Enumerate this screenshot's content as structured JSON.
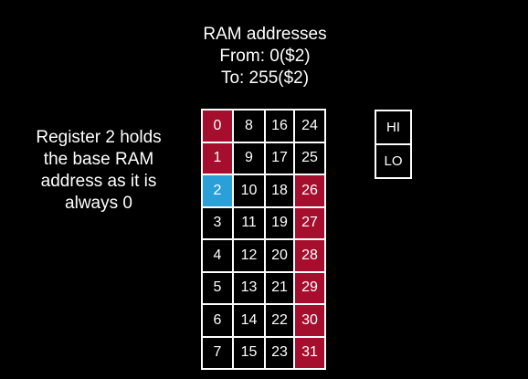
{
  "header": {
    "line1": "RAM addresses",
    "line2": "From: 0($2)",
    "line3": "To: 255($2)"
  },
  "note": {
    "line1": "Register 2 holds",
    "line2": "the base RAM",
    "line3": "address as it is",
    "line4": "always 0"
  },
  "registers": [
    [
      "0",
      "8",
      "16",
      "24"
    ],
    [
      "1",
      "9",
      "17",
      "25"
    ],
    [
      "2",
      "10",
      "18",
      "26"
    ],
    [
      "3",
      "11",
      "19",
      "27"
    ],
    [
      "4",
      "12",
      "20",
      "28"
    ],
    [
      "5",
      "13",
      "21",
      "29"
    ],
    [
      "6",
      "14",
      "22",
      "30"
    ],
    [
      "7",
      "15",
      "23",
      "31"
    ]
  ],
  "highlight": {
    "red": [
      "0",
      "1",
      "26",
      "27",
      "28",
      "29",
      "30",
      "31"
    ],
    "blue": [
      "2"
    ],
    "red_color": "#a50e2d",
    "blue_color": "#2a9fd8",
    "background": "#000000"
  },
  "special_registers": {
    "hi": "HI",
    "lo": "LO"
  }
}
